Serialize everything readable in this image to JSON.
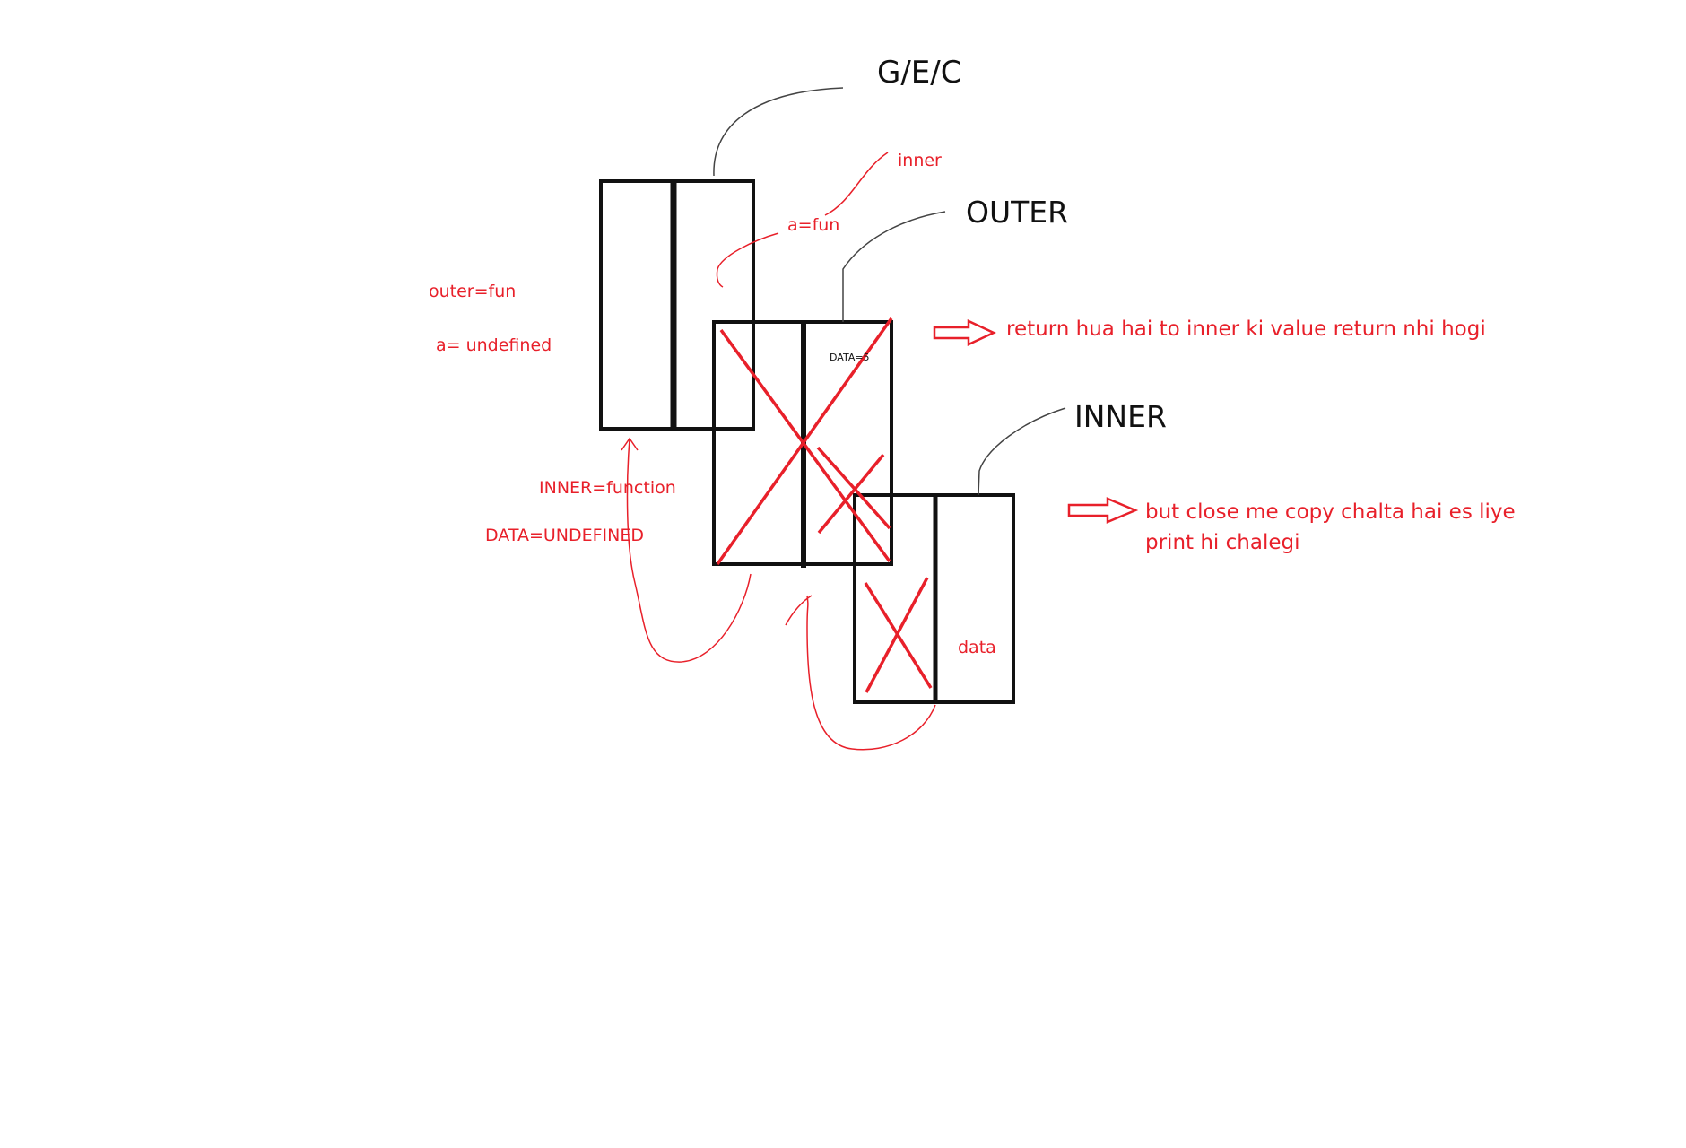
{
  "colors": {
    "ink": "#111111",
    "red": "#e8202a",
    "connector": "#444444"
  },
  "labels": {
    "gec": "G/E/C",
    "outer": "OUTER",
    "inner": "INNER"
  },
  "annotations": {
    "inner_small": "inner",
    "a_fun": "a=fun",
    "outer_fun": "outer=fun",
    "a_undefined": "a= undefined",
    "data_5": "DATA=5",
    "inner_function": "INNER=function",
    "data_undefined": "DATA=UNDEFINED",
    "data": "data"
  },
  "notes": {
    "return_note": "return hua hai to inner ki value return nhi hogi",
    "closure_line1": "but close me copy chalta hai es liye",
    "closure_line2": "print hi chalegi"
  }
}
